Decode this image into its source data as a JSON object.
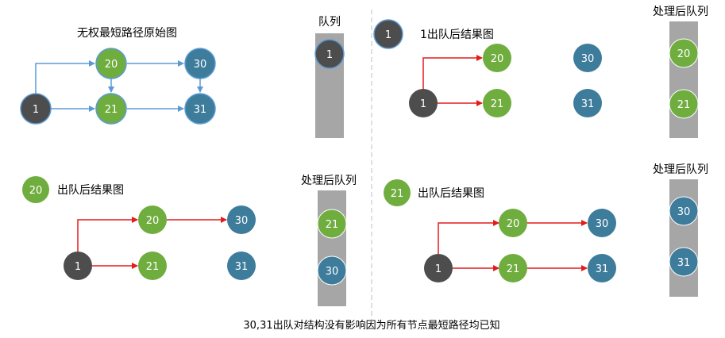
{
  "colors": {
    "node_dark": "#4d4d4d",
    "node_green": "#70ad3f",
    "node_blue": "#3e7c9b",
    "edge_blue": "#5b9bd5",
    "edge_red": "#e31b1b",
    "queue_fill": "#a6a6a6",
    "divider": "#bfbfbf",
    "text": "#000000"
  },
  "panels": {
    "original": {
      "title": "无权最短路径原始图"
    },
    "queue_initial": {
      "title": "队列",
      "items": [
        "1"
      ]
    },
    "after_1": {
      "badge": "1",
      "title": "1出队后结果图"
    },
    "queue_after_1": {
      "title": "处理后队列",
      "items": [
        "20",
        "21"
      ]
    },
    "after_20": {
      "badge": "20",
      "title": "出队后结果图"
    },
    "queue_after_20": {
      "title": "处理后队列",
      "items": [
        "21",
        "30"
      ]
    },
    "after_21": {
      "badge": "21",
      "title": "出队后结果图"
    },
    "queue_after_21": {
      "title": "处理后队列",
      "items": [
        "30",
        "31"
      ]
    }
  },
  "graph": {
    "nodes": [
      "1",
      "20",
      "21",
      "30",
      "31"
    ]
  },
  "footer": "30,31出队对结构没有影响因为所有节点最短路径均已知"
}
